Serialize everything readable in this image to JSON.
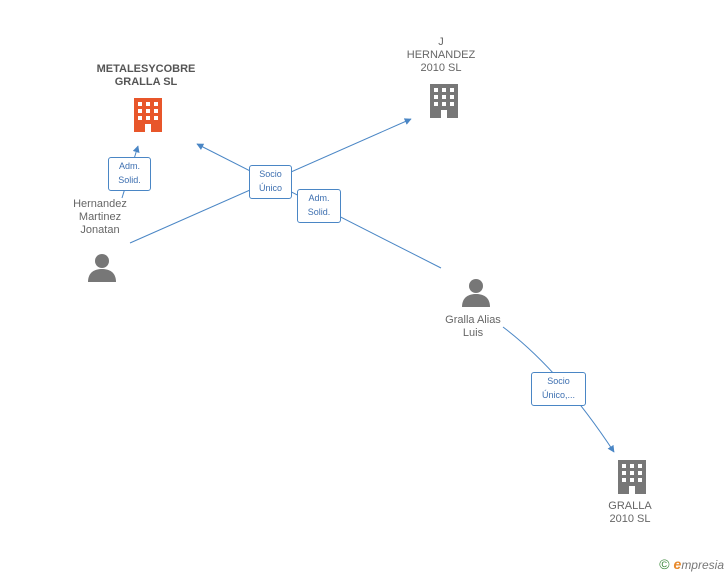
{
  "nodes": {
    "metalesycobre": {
      "line1": "METALESYCOBRE",
      "line2": "GRALLA SL",
      "color": "#e8562a"
    },
    "j_hernandez": {
      "line1": "J",
      "line2": "HERNANDEZ",
      "line3": "2010 SL",
      "color": "#777777"
    },
    "hernandez_martinez": {
      "line1": "Hernandez",
      "line2": "Martinez",
      "line3": "Jonatan",
      "color": "#777777"
    },
    "gralla_alias": {
      "line1": "Gralla Alias",
      "line2": "Luis",
      "color": "#777777"
    },
    "gralla_2010": {
      "line1": "GRALLA",
      "line2": "2010 SL",
      "color": "#777777"
    }
  },
  "edges": {
    "e1": {
      "line1": "Adm.",
      "line2": "Solid."
    },
    "e2": {
      "line1": "Socio",
      "line2": "Único"
    },
    "e3": {
      "line1": "Adm.",
      "line2": "Solid."
    },
    "e4": {
      "line1": "Socio",
      "line2": "Único,..."
    }
  },
  "colors": {
    "edge": "#4a86c5"
  },
  "footer": {
    "copyright": "©",
    "brand_initial": "e",
    "brand_rest": "mpresia"
  }
}
